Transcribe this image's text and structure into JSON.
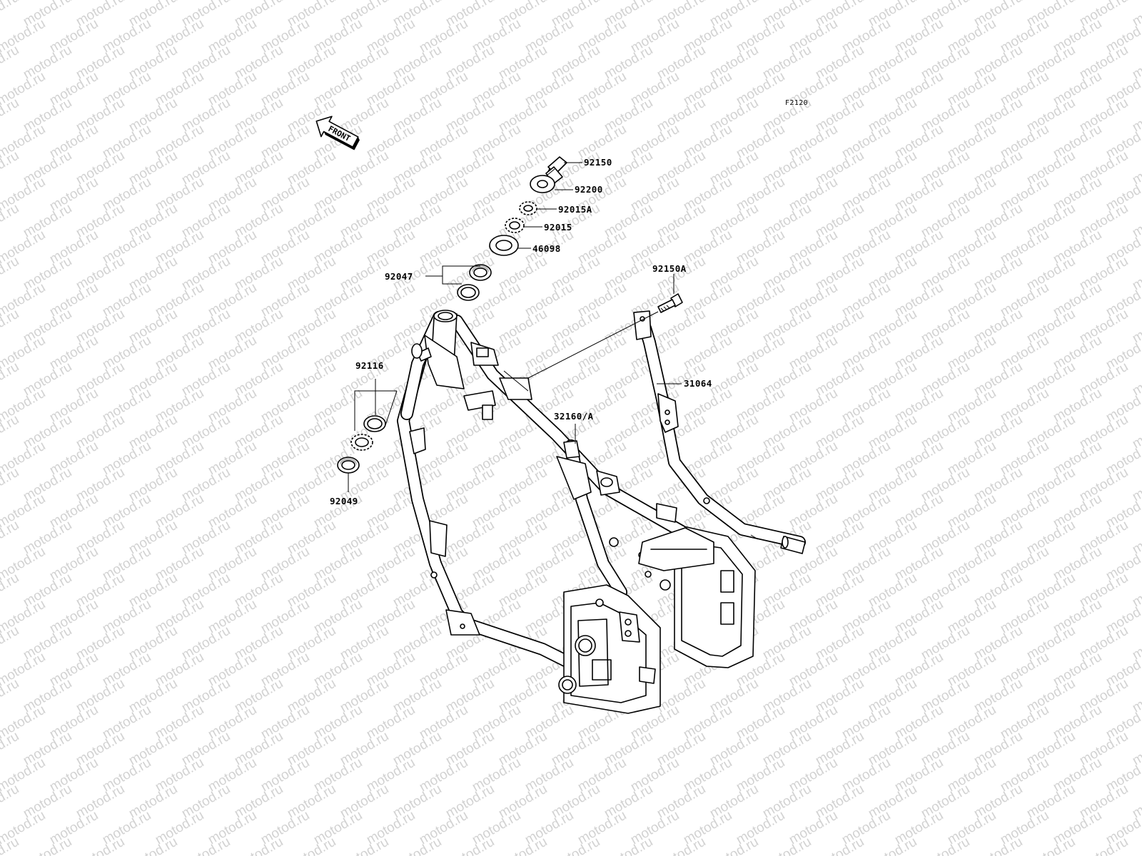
{
  "watermark": "motod.ru",
  "diagram_code": "F2120",
  "front_indicator": "FRONT",
  "parts": {
    "p92150": "92150",
    "p92200": "92200",
    "p92015A": "92015A",
    "p92015": "92015",
    "p46098": "46098",
    "p92047": "92047",
    "p92150A": "92150A",
    "p31064": "31064",
    "p92116": "92116",
    "p32160A": "32160/A",
    "p92049": "92049"
  }
}
